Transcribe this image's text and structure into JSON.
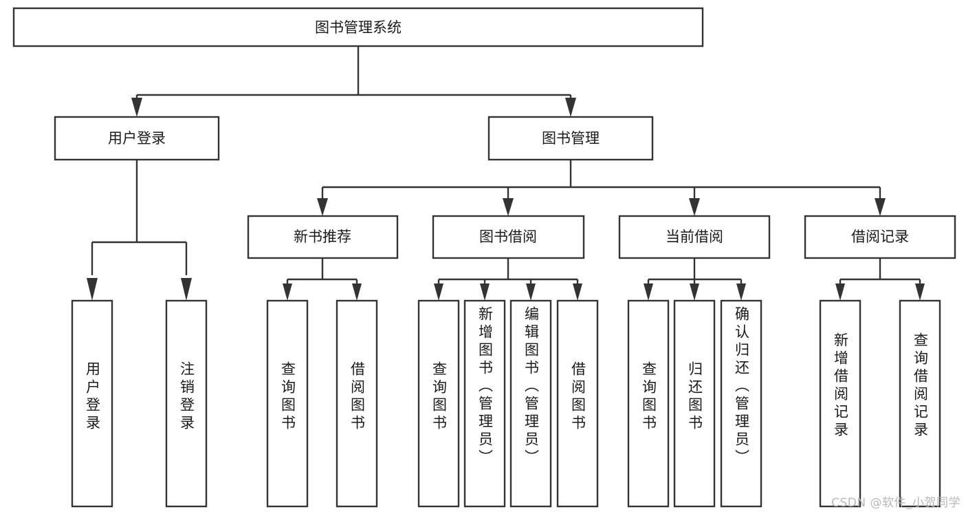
{
  "diagram": {
    "title": "图书管理系统",
    "type": "tree-hierarchy",
    "watermark": "CSDN @软件_小贺同学",
    "colors": {
      "box_stroke": "#333333",
      "box_fill": "#ffffff",
      "text": "#1a1a1a",
      "background": "#ffffff",
      "watermark": "#b8b8b8"
    },
    "root": {
      "label": "图书管理系统"
    },
    "level2": [
      {
        "label": "用户登录"
      },
      {
        "label": "图书管理"
      }
    ],
    "level3": [
      {
        "label": "新书推荐"
      },
      {
        "label": "图书借阅"
      },
      {
        "label": "当前借阅"
      },
      {
        "label": "借阅记录"
      }
    ],
    "leaves": {
      "user_login": [
        {
          "label": "用户登录"
        },
        {
          "label": "注销登录"
        }
      ],
      "new_book_recommend": [
        {
          "label": "查询图书"
        },
        {
          "label": "借阅图书"
        }
      ],
      "book_borrow": [
        {
          "label": "查询图书"
        },
        {
          "label": "新增图书（管理员）"
        },
        {
          "label": "编辑图书（管理员）"
        },
        {
          "label": "借阅图书"
        }
      ],
      "current_borrow": [
        {
          "label": "查询图书"
        },
        {
          "label": "归还图书"
        },
        {
          "label": "确认归还（管理员）"
        }
      ],
      "borrow_record": [
        {
          "label": "新增借阅记录"
        },
        {
          "label": "查询借阅记录"
        }
      ]
    }
  }
}
